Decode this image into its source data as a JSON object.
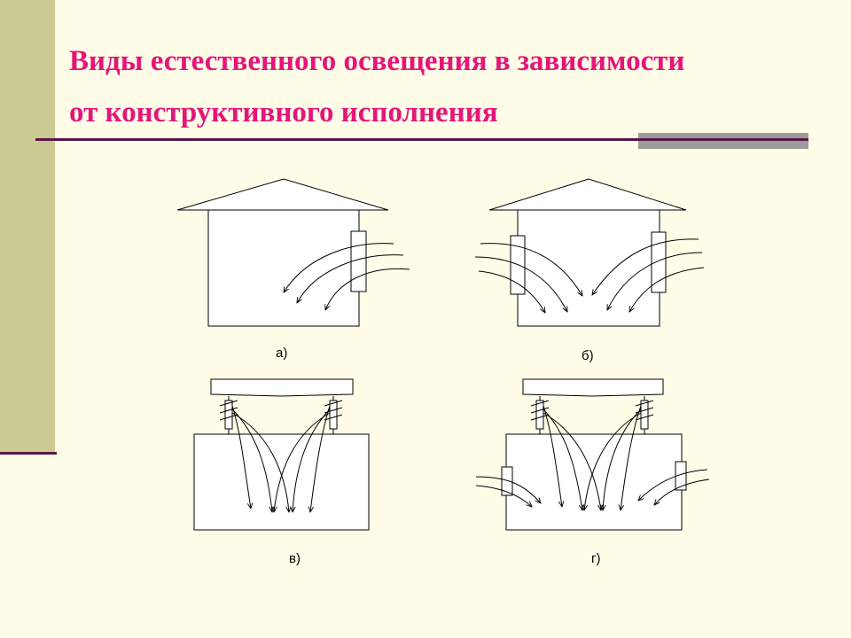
{
  "slide": {
    "title_line1": "Виды естественного освещения в зависимости",
    "title_line2": "от конструктивного исполнения"
  },
  "diagram": {
    "labels": {
      "a": "а)",
      "b": "б)",
      "v": "в)",
      "g": "г)"
    }
  },
  "colors": {
    "background": "#fffde8",
    "side_bar": "#cbca92",
    "title": "#e5157a",
    "rule": "#5a1448",
    "rule_accent": "#9c9c9c"
  }
}
